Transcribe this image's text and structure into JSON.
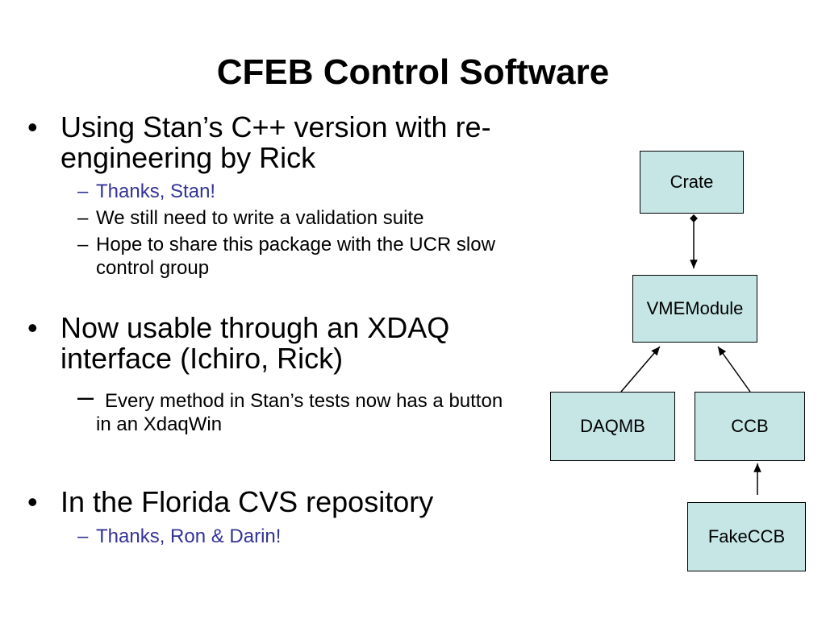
{
  "slide": {
    "title": "CFEB Control Software",
    "bullets": [
      {
        "text": "Using Stan’s C++ version with re-engineering by Rick",
        "subs": [
          "Thanks, Stan!",
          "We still need to write a validation suite",
          "Hope to share this package with the UCR slow control group"
        ]
      },
      {
        "text": "Now usable through an XDAQ interface (Ichiro, Rick)",
        "subs": [
          "Every method in Stan’s tests now has a button in an XdaqWin"
        ]
      },
      {
        "text": "In the Florida CVS repository",
        "subs": [
          "Thanks, Ron & Darin!"
        ]
      }
    ],
    "bullet_symbol": "•",
    "dash_symbol": "–"
  },
  "diagram": {
    "boxes": {
      "crate": "Crate",
      "vmemodule": "VMEModule",
      "daqmb": "DAQMB",
      "ccb": "CCB",
      "fakeccb": "FakeCCB"
    },
    "box_fill": "#c6e6e6"
  },
  "colors": {
    "accent_text": "#333399",
    "text": "#000000",
    "background": "#ffffff"
  }
}
